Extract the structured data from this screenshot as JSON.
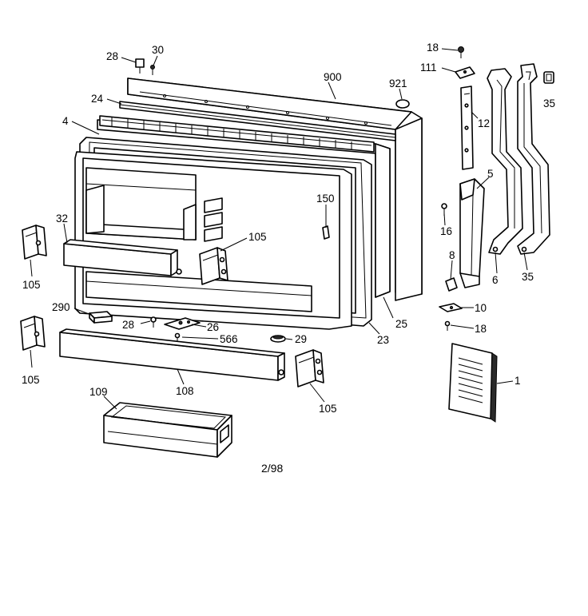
{
  "callouts": {
    "c28a": "28",
    "c30": "30",
    "c18a": "18",
    "c111": "111",
    "c900": "900",
    "c921": "921",
    "c35a": "35",
    "c24": "24",
    "c12": "12",
    "c4": "4",
    "c5": "5",
    "c150": "150",
    "c32": "32",
    "c16": "16",
    "c105a": "105",
    "c105b": "105",
    "c8": "8",
    "c6": "6",
    "c35b": "35",
    "c10": "10",
    "c290": "290",
    "c28b": "28",
    "c26": "26",
    "c25": "25",
    "c18b": "18",
    "c566": "566",
    "c29": "29",
    "c23": "23",
    "c105c": "105",
    "c1": "1",
    "c108": "108",
    "c109": "109",
    "c105d": "105"
  },
  "footer": {
    "date_code": "2/98"
  }
}
